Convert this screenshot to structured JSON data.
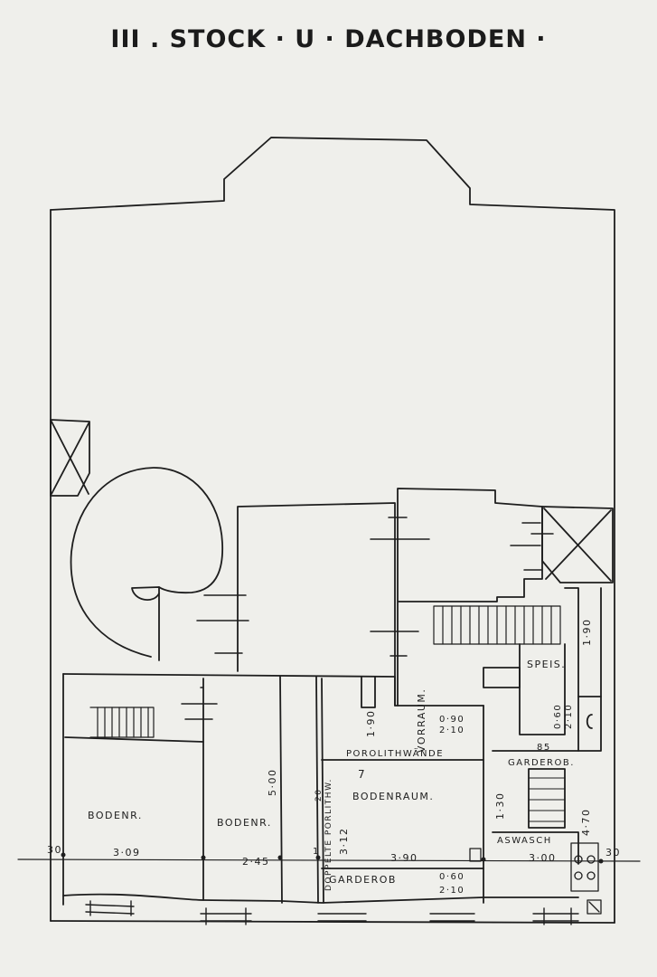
{
  "title": "III . STOCK · U · DACHBODEN ·",
  "rooms": {
    "bodenr_1": "BODENR.",
    "bodenr_2": "BODENR.",
    "bodenraum": "BODENRAUM.",
    "vorraum": "VORRAUM.",
    "speis": "SPEIS.",
    "garderob_right": "GARDEROB.",
    "aswasch": "ASWASCH",
    "garderob_bottom": "GARDEROB"
  },
  "notes": {
    "porolithwande": "POROLITHWÄNDE",
    "doppelte_porolith": "DOPPELTE PORLITHW."
  },
  "dimensions": {
    "d_30_left": "30",
    "d_3_09": "3·09",
    "d_2_45": "2·45",
    "d_5_00": "5·00",
    "d_3_12": "3·12",
    "d_3_90": "3·90",
    "d_3_00": "3·00",
    "d_30_right": "30",
    "d_1_90_left": "1·90",
    "d_1_30": "1·30",
    "d_4_70": "4·70",
    "d_1_90_right": "1·90",
    "d_0_60": "0·60",
    "d_2_10": "2·10",
    "d_85": "85",
    "d_0_90": "0·90",
    "d_2_10_b": "2·10",
    "d_0_60_b": "0·60",
    "d_2_10_c": "2·10",
    "d_1_left": "1",
    "d_7": "7",
    "d_20": "20"
  },
  "colors": {
    "ink": "#1e1e1e",
    "paper": "#efefeb"
  }
}
